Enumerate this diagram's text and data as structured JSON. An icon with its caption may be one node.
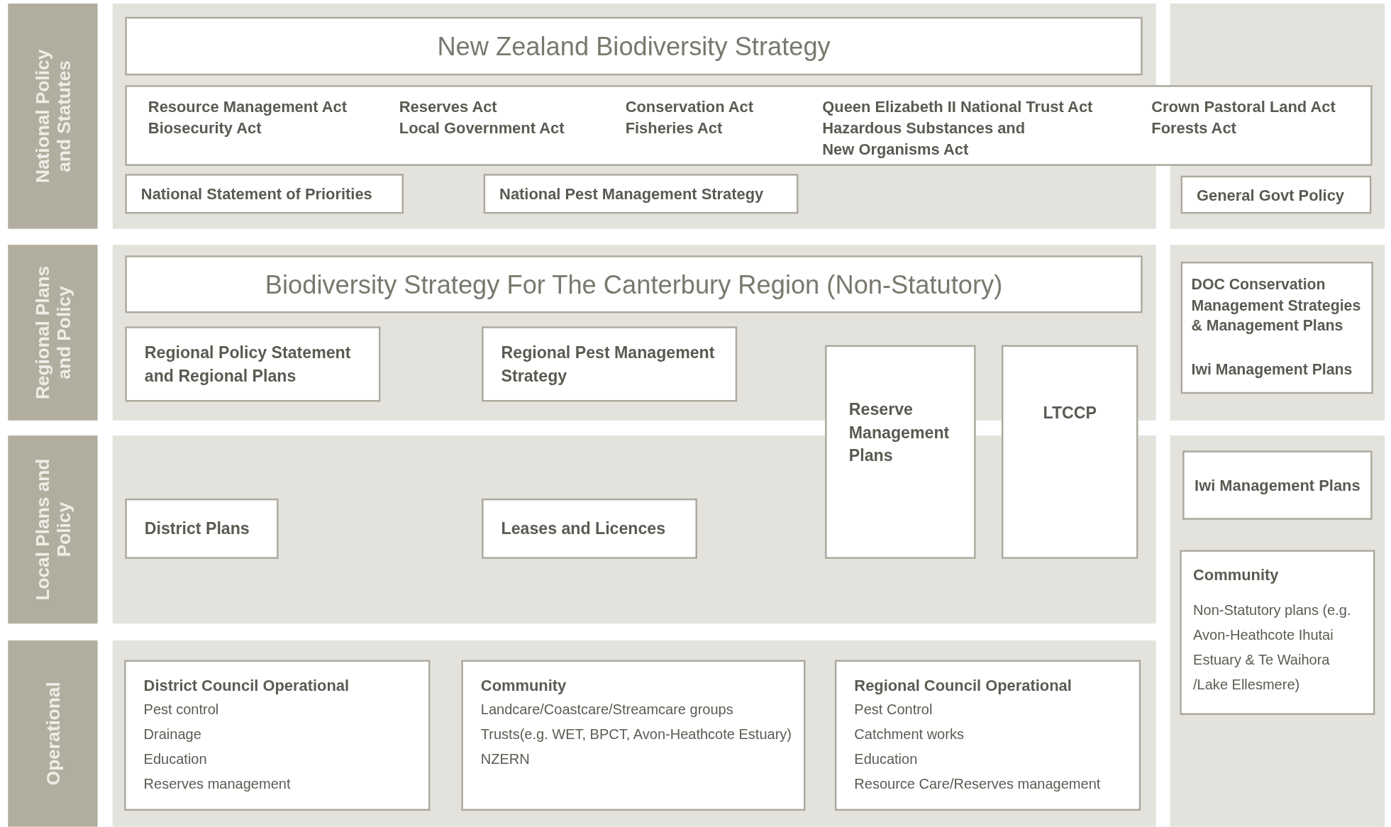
{
  "diagram": {
    "nodes": [
      {
        "text": [
          "National Policy and Statutes"
        ]
      },
      {
        "text": [
          "New Zealand Biodiversity Strategy"
        ]
      },
      {
        "text": [
          "Resource Management Act",
          "Biosecurity Act",
          "Reserves Act",
          "Local Government Act",
          "Conservation Act",
          "Fisheries Act",
          "Queen Elizabeth II National Trust Act",
          "Hazardous Substances and New Organisms Act",
          "Crown Pastoral Land Act",
          "Forests Act"
        ]
      },
      {
        "text": [
          "National Statement of Priorities"
        ]
      },
      {
        "text": [
          "National Pest Management Strategy"
        ]
      },
      {
        "text": [
          "General Govt Policy"
        ]
      },
      {
        "text": [
          "Regional Plans and Policy"
        ]
      },
      {
        "text": [
          "Biodiversity Strategy For The Canterbury Region (Non-Statutory)"
        ]
      },
      {
        "text": [
          "Regional Policy Statement and Regional Plans"
        ]
      },
      {
        "text": [
          "Regional Pest Management Strategy"
        ]
      },
      {
        "text": [
          "Reserve Management Plans"
        ]
      },
      {
        "text": [
          "LTCCP"
        ]
      },
      {
        "text": [
          "DOC Conservation Management Strategies & Management Plans",
          "Iwi Management Plans"
        ]
      },
      {
        "text": [
          "Local Plans and Policy"
        ]
      },
      {
        "text": [
          "District Plans"
        ]
      },
      {
        "text": [
          "Leases and Licences"
        ]
      },
      {
        "text": [
          "Iwi Management Plans"
        ]
      },
      {
        "text": [
          "Community",
          "Non-Statutory plans (e.g. Avon-Heathcote Ihutai Estuary & Te Waihora /Lake Ellesmere)"
        ]
      },
      {
        "text": [
          "Operational"
        ]
      },
      {
        "text": [
          "District Council Operational",
          "Pest control",
          "Drainage",
          "Education",
          "Reserves management"
        ]
      },
      {
        "text": [
          "Community",
          "Landcare/Coastcare/Streamcare groups",
          "Trusts(e.g. WET, BPCT, Avon-Heathcote Estuary)",
          "NZERN"
        ]
      },
      {
        "text": [
          "Regional Council Operational",
          "Pest Control",
          "Catchment works",
          "Education",
          "Resource Care/Reserves management"
        ]
      }
    ],
    "edges": []
  }
}
